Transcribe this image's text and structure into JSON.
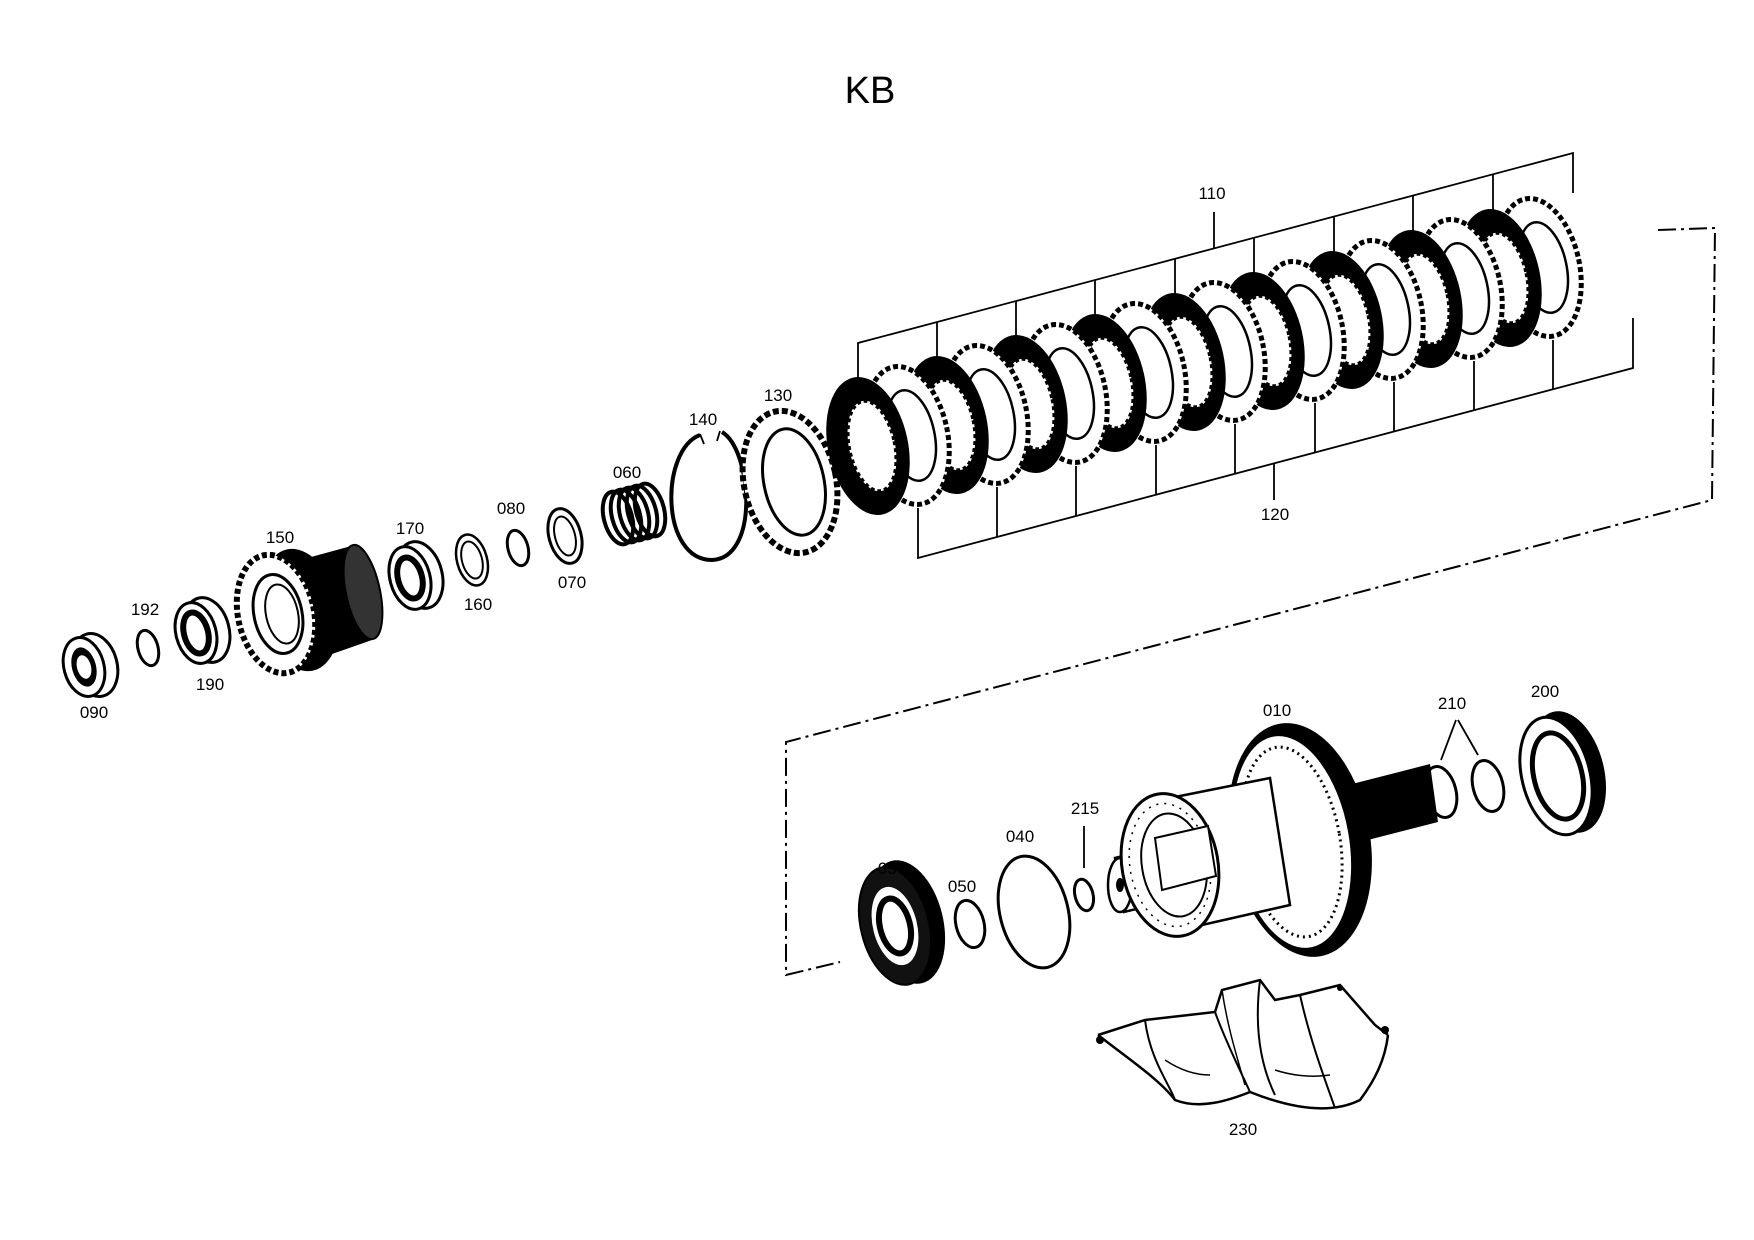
{
  "title": "KB",
  "parts": {
    "p010": "010",
    "p030": "030",
    "p040": "040",
    "p050": "050",
    "p060": "060",
    "p070": "070",
    "p080": "080",
    "p090": "090",
    "p110": "110",
    "p120": "120",
    "p130": "130",
    "p140": "140",
    "p150": "150",
    "p160": "160",
    "p170": "170",
    "p190": "190",
    "p192": "192",
    "p200": "200",
    "p210": "210",
    "p215": "215",
    "p230": "230"
  }
}
